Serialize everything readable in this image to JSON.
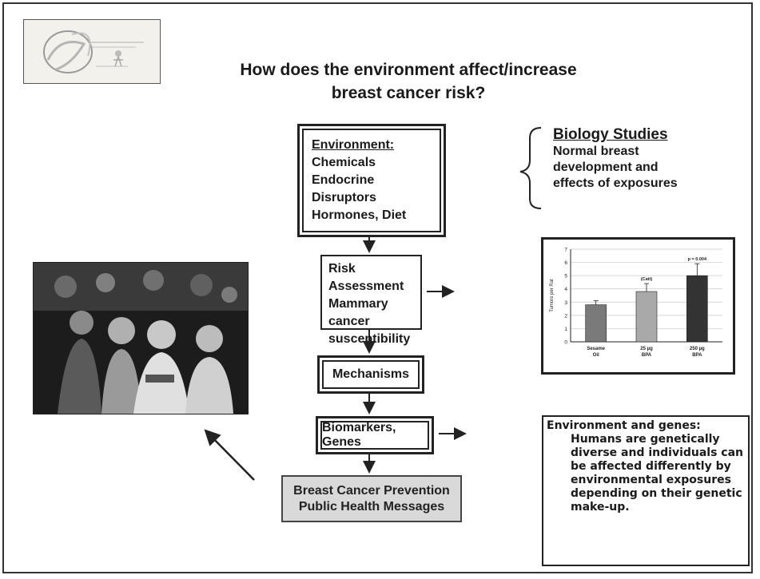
{
  "title": {
    "line1": "How does the environment affect/increase",
    "line2": "breast cancer risk?"
  },
  "flow": {
    "environment": {
      "heading": "Environment:",
      "items": [
        "Chemicals",
        "Endocrine Disruptors",
        "Hormones, Diet"
      ]
    },
    "risk": {
      "lines": [
        "Risk Assessment",
        "Mammary cancer",
        "susceptibility"
      ]
    },
    "mechanisms": "Mechanisms",
    "biomarkers": "Biomarkers, Genes",
    "prevention": {
      "line1": "Breast Cancer Prevention",
      "line2": "Public Health Messages"
    }
  },
  "biology_studies": {
    "title": "Biology Studies",
    "lines": [
      "Normal breast",
      "development and",
      "effects of exposures"
    ]
  },
  "genes_note": {
    "heading": "Environment and genes:",
    "body": "Humans are genetically diverse and individuals can be affected differently by environmental exposures depending on their genetic make-up."
  },
  "chart_data": {
    "type": "bar",
    "categories": [
      "Sesame Oil",
      "25 µg BPA",
      "250 µg BPA"
    ],
    "category_lines": [
      [
        "Sesame",
        "Oil"
      ],
      [
        "25 µg",
        "BPA"
      ],
      [
        "250 µg",
        "BPA"
      ]
    ],
    "values": [
      2.8,
      3.8,
      5.0
    ],
    "errors": [
      0.3,
      0.6,
      0.9
    ],
    "annotations": [
      "",
      "(Catt)",
      "p = 0.004"
    ],
    "ylabel": "Tumors per Rat",
    "yticks": [
      0,
      1,
      2,
      3,
      4,
      5,
      6,
      7
    ],
    "ylim": [
      0,
      7
    ],
    "grid": true,
    "colors": [
      "#7a7a7a",
      "#a9a9a9",
      "#333333"
    ]
  },
  "colors": {
    "border": "#222222",
    "prevention_fill": "#d9d9d9"
  }
}
